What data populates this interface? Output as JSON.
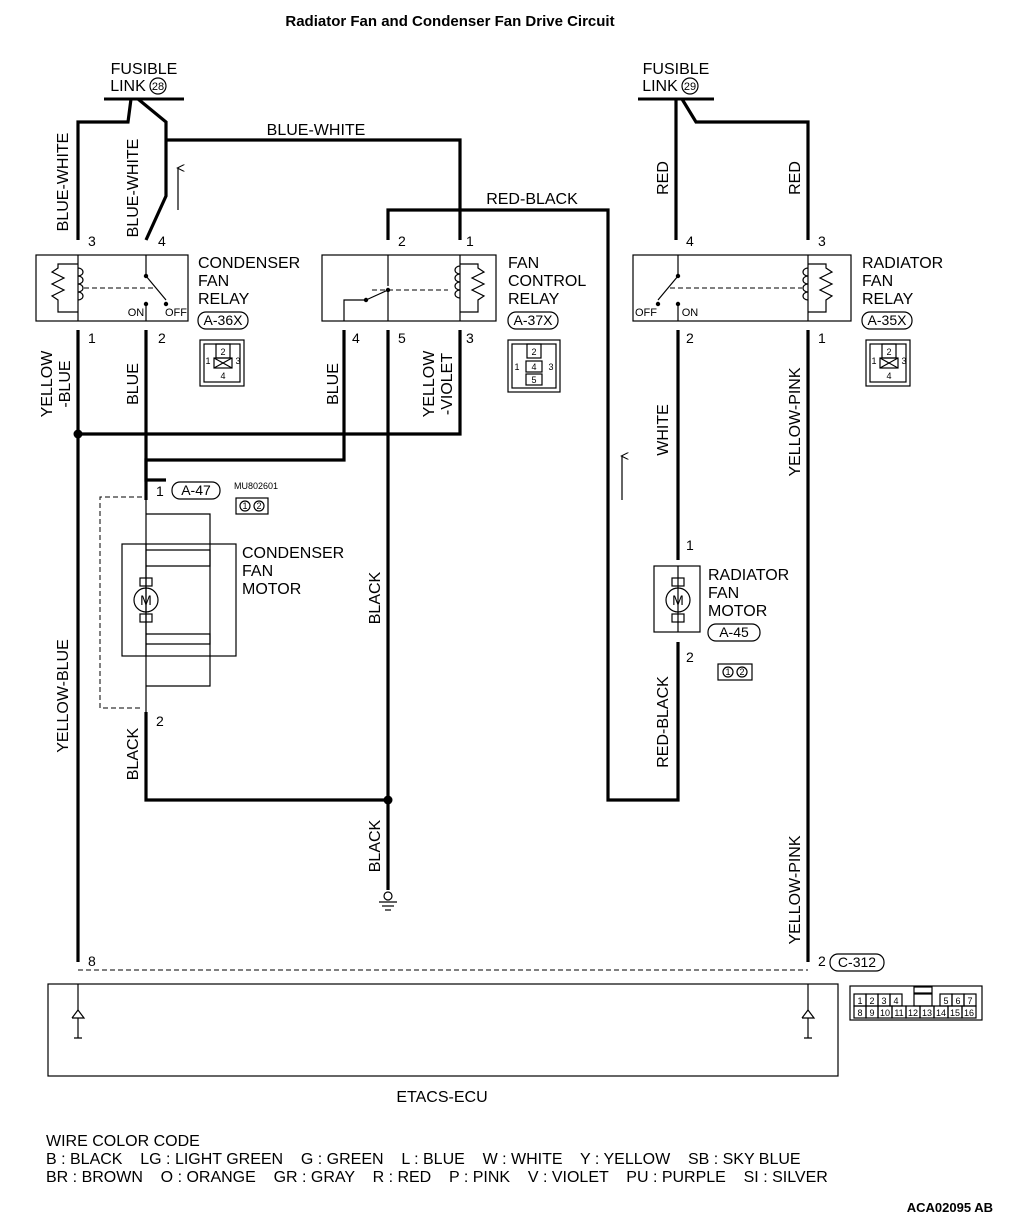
{
  "title": "Radiator Fan and Condenser Fan Drive Circuit",
  "fusible_links": [
    {
      "line1": "FUSIBLE",
      "line2": "LINK",
      "number": "28"
    },
    {
      "line1": "FUSIBLE",
      "line2": "LINK",
      "number": "29"
    }
  ],
  "wires": {
    "blue_white": "BLUE-WHITE",
    "red_black": "RED-BLACK",
    "red": "RED",
    "yellow": "YELLOW",
    "dash_blue": "-BLUE",
    "blue": "BLUE",
    "dash_violet": "-VIOLET",
    "white": "WHITE",
    "yellow_pink": "YELLOW-PINK",
    "yellow_blue": "YELLOW-BLUE",
    "black": "BLACK"
  },
  "condenser_relay": {
    "line1": "CONDENSER",
    "line2": "FAN",
    "line3": "RELAY",
    "connector": "A-36X",
    "on": "ON",
    "off": "OFF",
    "pins": [
      "3",
      "4",
      "1",
      "2"
    ]
  },
  "fan_control_relay": {
    "line1": "FAN",
    "line2": "CONTROL",
    "line3": "RELAY",
    "connector": "A-37X",
    "pins": [
      "2",
      "1",
      "4",
      "5",
      "3"
    ]
  },
  "radiator_relay": {
    "line1": "RADIATOR",
    "line2": "FAN",
    "line3": "RELAY",
    "connector": "A-35X",
    "off": "OFF",
    "on": "ON",
    "pins": [
      "4",
      "3",
      "2",
      "1"
    ]
  },
  "condenser_motor": {
    "line1": "CONDENSER",
    "line2": "FAN",
    "line3": "MOTOR",
    "connector": "A-47",
    "part_no": "MU802601",
    "pin_top": "1",
    "pin_bottom": "2",
    "motor_symbol": "M"
  },
  "radiator_motor": {
    "line1": "RADIATOR",
    "line2": "FAN",
    "line3": "MOTOR",
    "connector": "A-45",
    "pin_top": "1",
    "pin_bottom": "2",
    "motor_symbol": "M"
  },
  "relay_face_pins": {
    "three": [
      "1",
      "2",
      "3",
      "4"
    ],
    "five": [
      "1",
      "2",
      "3",
      "4",
      "5"
    ]
  },
  "two_pin_face": [
    "1",
    "2"
  ],
  "ecu": {
    "label": "ETACS-ECU",
    "pin_left": "8",
    "pin_right": "2",
    "connector": "C-312"
  },
  "ecu_connector_face": {
    "row1": [
      "1",
      "2",
      "3",
      "4",
      "",
      "5",
      "6",
      "7"
    ],
    "row2": [
      "8",
      "9",
      "10",
      "11",
      "12",
      "13",
      "14",
      "15",
      "16"
    ]
  },
  "legend": {
    "heading": "WIRE COLOR CODE",
    "row1": "B : BLACK    LG : LIGHT GREEN    G : GREEN    L : BLUE    W : WHITE    Y : YELLOW    SB : SKY BLUE",
    "row2": "BR : BROWN    O : ORANGE    GR : GRAY    R : RED    P : PINK    V : VIOLET    PU : PURPLE    SI : SILVER"
  },
  "ref_code": "ACA02095 AB"
}
